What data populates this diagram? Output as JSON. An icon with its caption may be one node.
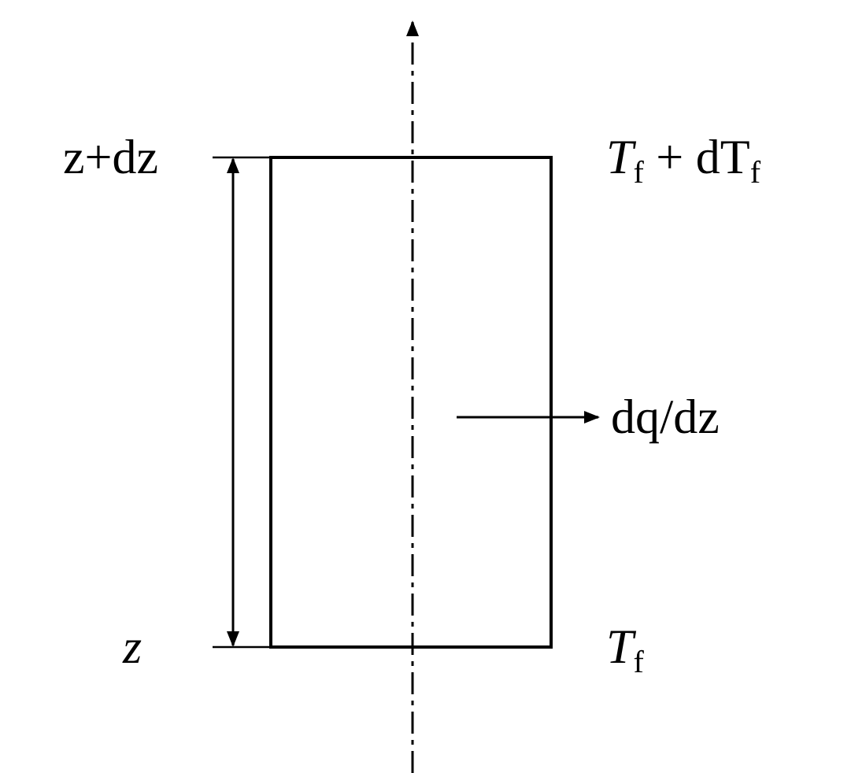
{
  "diagram": {
    "nodes": [
      {
        "text": [],
        "shape": "box"
      }
    ],
    "labels": [
      "z+dz",
      "*T*$_{f}$ + dT$_{f}$",
      "dq/dz",
      "*z*",
      "*T*$_{f}$"
    ]
  }
}
